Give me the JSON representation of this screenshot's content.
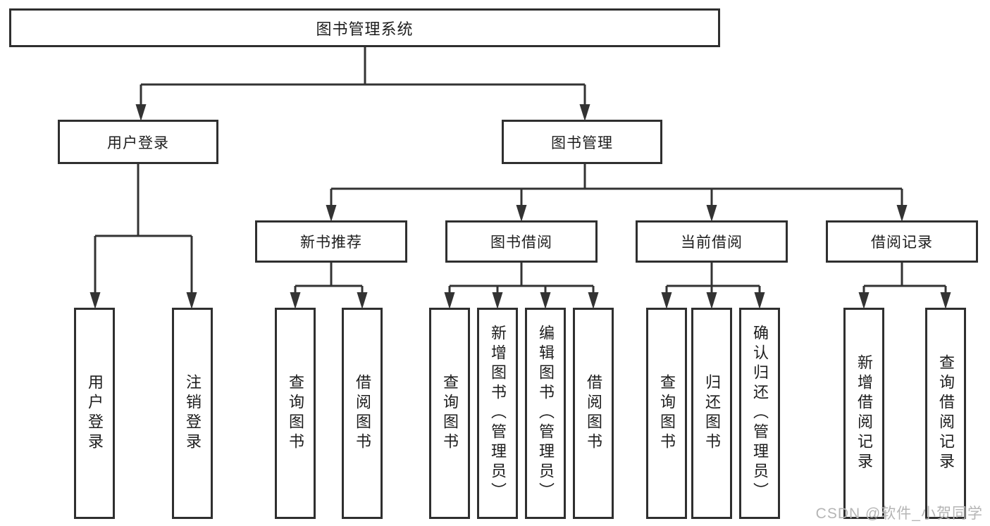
{
  "diagram": {
    "root": "图书管理系统",
    "user_login": {
      "label": "用户登录",
      "children": [
        "用户登录",
        "注销登录"
      ]
    },
    "book_mgmt": {
      "label": "图书管理",
      "children": [
        {
          "label": "新书推荐",
          "children": [
            "查询图书",
            "借阅图书"
          ]
        },
        {
          "label": "图书借阅",
          "children": [
            "查询图书",
            "新增图书（管理员）",
            "编辑图书（管理员）",
            "借阅图书"
          ]
        },
        {
          "label": "当前借阅",
          "children": [
            "查询图书",
            "归还图书",
            "确认归还（管理员）"
          ]
        },
        {
          "label": "借阅记录",
          "children": [
            "新增借阅记录",
            "查询借阅记录"
          ]
        }
      ]
    },
    "colors": {
      "line": "#333333",
      "border": "#2f2f2f",
      "text": "#1d1d1d",
      "watermark": "#b5b5b5"
    }
  },
  "watermark": {
    "text": "CSDN @软件_小贺同学"
  }
}
